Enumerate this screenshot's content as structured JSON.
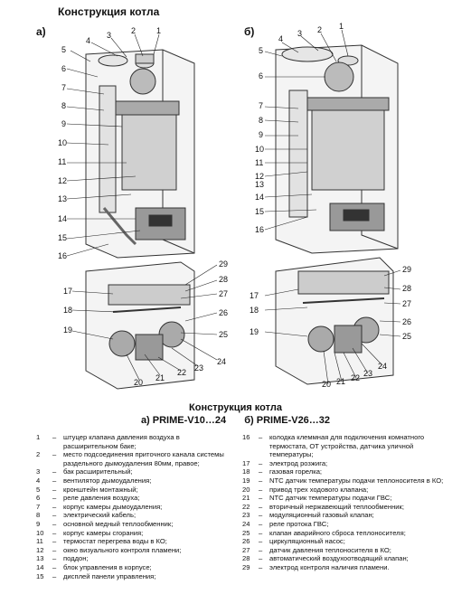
{
  "header": "Конструкция котла",
  "figure_a_label": "а)",
  "figure_b_label": "б)",
  "callouts_a": [
    "1",
    "2",
    "3",
    "4",
    "5",
    "6",
    "7",
    "8",
    "9",
    "10",
    "11",
    "12",
    "13",
    "14",
    "15",
    "16",
    "17",
    "18",
    "19",
    "20",
    "21",
    "22",
    "23",
    "24",
    "25",
    "26",
    "27",
    "28",
    "29"
  ],
  "callouts_b": [
    "1",
    "2",
    "3",
    "4",
    "5",
    "6",
    "7",
    "8",
    "9",
    "10",
    "11",
    "12",
    "13",
    "14",
    "15",
    "16",
    "17",
    "18",
    "19",
    "20",
    "21",
    "22",
    "23",
    "24",
    "25",
    "26",
    "27",
    "28",
    "29"
  ],
  "caption_title": "Конструкция котла",
  "caption_models_a": "а) PRIME-V10…24",
  "caption_models_b": "б) PRIME-V26…32",
  "legend_left": [
    {
      "n": "1",
      "t": "штуцер клапана давления воздуха в расширительном баке;"
    },
    {
      "n": "2",
      "t": "место подсоединения приточного канала системы раздельного дымоудаления 80мм, правое;"
    },
    {
      "n": "3",
      "t": "бак расширительный;"
    },
    {
      "n": "4",
      "t": "вентилятор дымоудаления;"
    },
    {
      "n": "5",
      "t": "кронштейн монтажный;"
    },
    {
      "n": "6",
      "t": "реле давления воздуха;"
    },
    {
      "n": "7",
      "t": "корпус камеры дымоудаления;"
    },
    {
      "n": "8",
      "t": "электрический кабель;"
    },
    {
      "n": "9",
      "t": "основной медный теплообменник;"
    },
    {
      "n": "10",
      "t": "корпус камеры сгорания;"
    },
    {
      "n": "11",
      "t": "термостат перегрева воды в КО;"
    },
    {
      "n": "12",
      "t": "окно визуального контроля пламени;"
    },
    {
      "n": "13",
      "t": "поддон;"
    },
    {
      "n": "14",
      "t": "блок управления в корпусе;"
    },
    {
      "n": "15",
      "t": "дисплей панели управления;"
    }
  ],
  "legend_right": [
    {
      "n": "16",
      "t": "колодка клеммная для подключения комнатного термостата, ОТ устройства, датчика уличной температуры;"
    },
    {
      "n": "17",
      "t": "электрод розжига;"
    },
    {
      "n": "18",
      "t": "газовая горелка;"
    },
    {
      "n": "19",
      "t": "NTC датчик температуры подачи теплоносителя в КО;"
    },
    {
      "n": "20",
      "t": "привод трех ходового клапана;"
    },
    {
      "n": "21",
      "t": "NTC датчик температуры подачи ГВС;"
    },
    {
      "n": "22",
      "t": "вторичный нержавеющий теплообменник;"
    },
    {
      "n": "23",
      "t": "модуляционный газовый клапан;"
    },
    {
      "n": "24",
      "t": "реле протока ГВС;"
    },
    {
      "n": "25",
      "t": "клапан аварийного сброса теплоносителя;"
    },
    {
      "n": "26",
      "t": "циркуляционный насос;"
    },
    {
      "n": "27",
      "t": "датчик давления теплоносителя в КО;"
    },
    {
      "n": "28",
      "t": "автоматический воздухоотводящий клапан;"
    },
    {
      "n": "29",
      "t": "электрод контроля наличия пламени."
    }
  ]
}
